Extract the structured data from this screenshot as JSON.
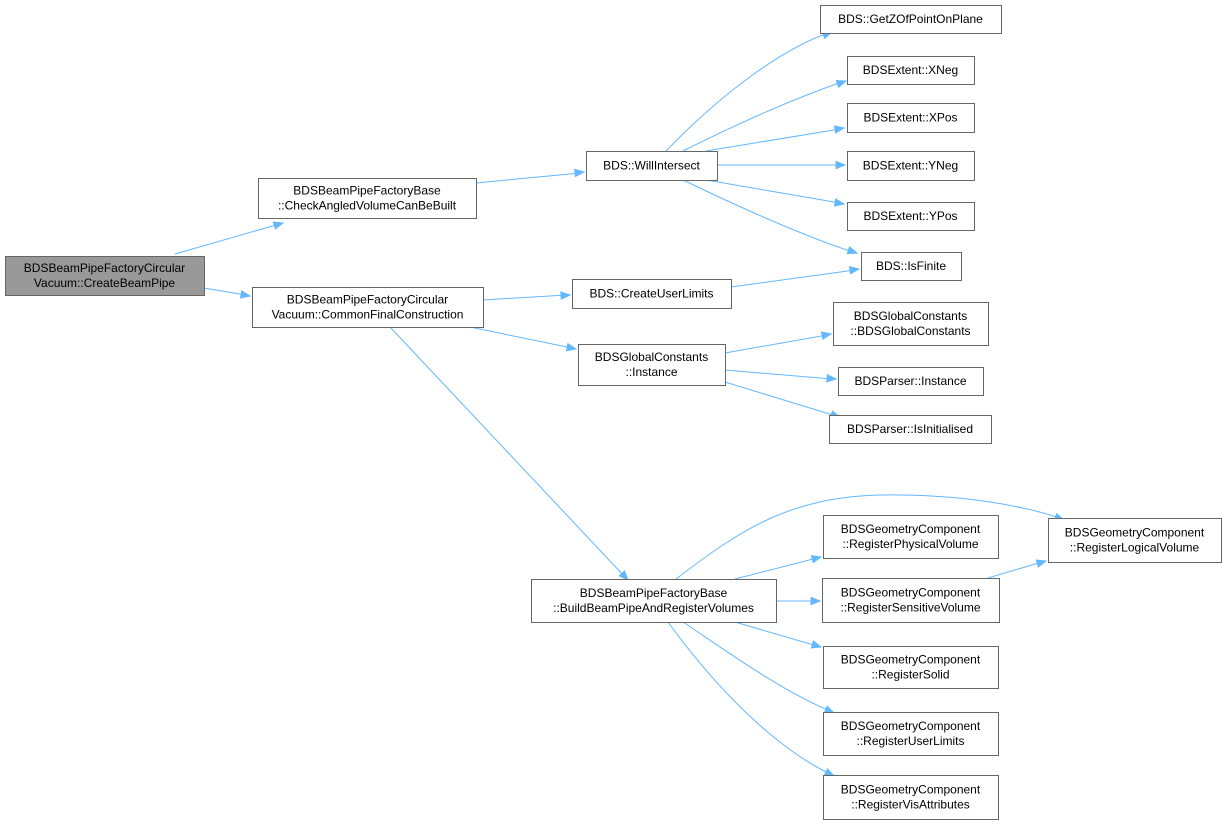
{
  "diagram": {
    "nodes": [
      {
        "id": "n0",
        "lines": [
          "BDSBeamPipeFactoryCircular",
          "Vacuum::CreateBeamPipe"
        ],
        "highlight": true
      },
      {
        "id": "n1",
        "lines": [
          "BDSBeamPipeFactoryBase",
          "::CheckAngledVolumeCanBeBuilt"
        ]
      },
      {
        "id": "n2",
        "lines": [
          "BDSBeamPipeFactoryCircular",
          "Vacuum::CommonFinalConstruction"
        ]
      },
      {
        "id": "n3",
        "lines": [
          "BDS::WillIntersect"
        ]
      },
      {
        "id": "n4",
        "lines": [
          "BDS::CreateUserLimits"
        ]
      },
      {
        "id": "n5",
        "lines": [
          "BDSGlobalConstants",
          "::Instance"
        ]
      },
      {
        "id": "n6",
        "lines": [
          "BDSBeamPipeFactoryBase",
          "::BuildBeamPipeAndRegisterVolumes"
        ]
      },
      {
        "id": "n7",
        "lines": [
          "BDS::GetZOfPointOnPlane"
        ]
      },
      {
        "id": "n8",
        "lines": [
          "BDSExtent::XNeg"
        ]
      },
      {
        "id": "n9",
        "lines": [
          "BDSExtent::XPos"
        ]
      },
      {
        "id": "n10",
        "lines": [
          "BDSExtent::YNeg"
        ]
      },
      {
        "id": "n11",
        "lines": [
          "BDSExtent::YPos"
        ]
      },
      {
        "id": "n12",
        "lines": [
          "BDS::IsFinite"
        ]
      },
      {
        "id": "n13",
        "lines": [
          "BDSGlobalConstants",
          "::BDSGlobalConstants"
        ]
      },
      {
        "id": "n14",
        "lines": [
          "BDSParser::Instance"
        ]
      },
      {
        "id": "n15",
        "lines": [
          "BDSParser::IsInitialised"
        ]
      },
      {
        "id": "n16",
        "lines": [
          "BDSGeometryComponent",
          "::RegisterPhysicalVolume"
        ]
      },
      {
        "id": "n17",
        "lines": [
          "BDSGeometryComponent",
          "::RegisterSensitiveVolume"
        ]
      },
      {
        "id": "n18",
        "lines": [
          "BDSGeometryComponent",
          "::RegisterSolid"
        ]
      },
      {
        "id": "n19",
        "lines": [
          "BDSGeometryComponent",
          "::RegisterUserLimits"
        ]
      },
      {
        "id": "n20",
        "lines": [
          "BDSGeometryComponent",
          "::RegisterVisAttributes"
        ]
      },
      {
        "id": "n21",
        "lines": [
          "BDSGeometryComponent",
          "::RegisterLogicalVolume"
        ]
      }
    ],
    "edges": [
      [
        "n0",
        "n1"
      ],
      [
        "n0",
        "n2"
      ],
      [
        "n1",
        "n3"
      ],
      [
        "n3",
        "n7"
      ],
      [
        "n3",
        "n8"
      ],
      [
        "n3",
        "n9"
      ],
      [
        "n3",
        "n10"
      ],
      [
        "n3",
        "n11"
      ],
      [
        "n3",
        "n12"
      ],
      [
        "n2",
        "n4"
      ],
      [
        "n2",
        "n5"
      ],
      [
        "n2",
        "n6"
      ],
      [
        "n4",
        "n12"
      ],
      [
        "n5",
        "n13"
      ],
      [
        "n5",
        "n14"
      ],
      [
        "n5",
        "n15"
      ],
      [
        "n6",
        "n21"
      ],
      [
        "n6",
        "n16"
      ],
      [
        "n6",
        "n17"
      ],
      [
        "n6",
        "n18"
      ],
      [
        "n6",
        "n19"
      ],
      [
        "n6",
        "n20"
      ],
      [
        "n17",
        "n21"
      ]
    ],
    "colors": {
      "edge": "#63b8ff",
      "node_border": "#666666",
      "root_fill": "#999999",
      "node_fill": "#ffffff"
    }
  }
}
